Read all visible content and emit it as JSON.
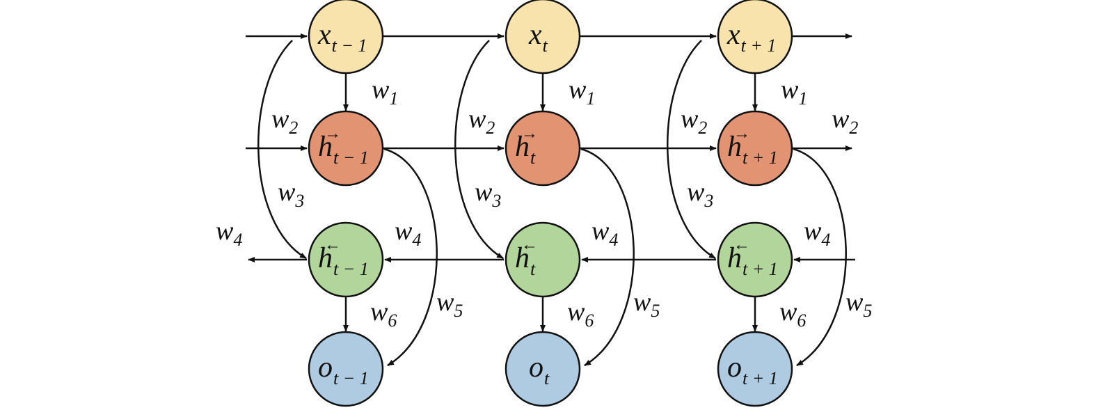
{
  "colors": {
    "input": "#f8e3ad",
    "forward": "#e29372",
    "backward": "#b2d59b",
    "output": "#afcbe1",
    "stroke": "#111111"
  },
  "timesteps": [
    {
      "input": {
        "base": "x",
        "sub": "t − 1"
      },
      "forward": {
        "base": "h",
        "sub": "t − 1",
        "arrow": "→"
      },
      "backward": {
        "base": "h",
        "sub": "t − 1",
        "arrow": "←"
      },
      "output": {
        "base": "o",
        "sub": "t − 1"
      }
    },
    {
      "input": {
        "base": "x",
        "sub": "t"
      },
      "forward": {
        "base": "h",
        "sub": "t",
        "arrow": "→"
      },
      "backward": {
        "base": "h",
        "sub": "t",
        "arrow": "←"
      },
      "output": {
        "base": "o",
        "sub": "t"
      }
    },
    {
      "input": {
        "base": "x",
        "sub": "t + 1"
      },
      "forward": {
        "base": "h",
        "sub": "t + 1",
        "arrow": "→"
      },
      "backward": {
        "base": "h",
        "sub": "t + 1",
        "arrow": "←"
      },
      "output": {
        "base": "o",
        "sub": "t + 1"
      }
    }
  ],
  "weights": {
    "w1": {
      "base": "w",
      "sub": "1"
    },
    "w2": {
      "base": "w",
      "sub": "2"
    },
    "w3": {
      "base": "w",
      "sub": "3"
    },
    "w4": {
      "base": "w",
      "sub": "4"
    },
    "w5": {
      "base": "w",
      "sub": "5"
    },
    "w6": {
      "base": "w",
      "sub": "6"
    }
  }
}
